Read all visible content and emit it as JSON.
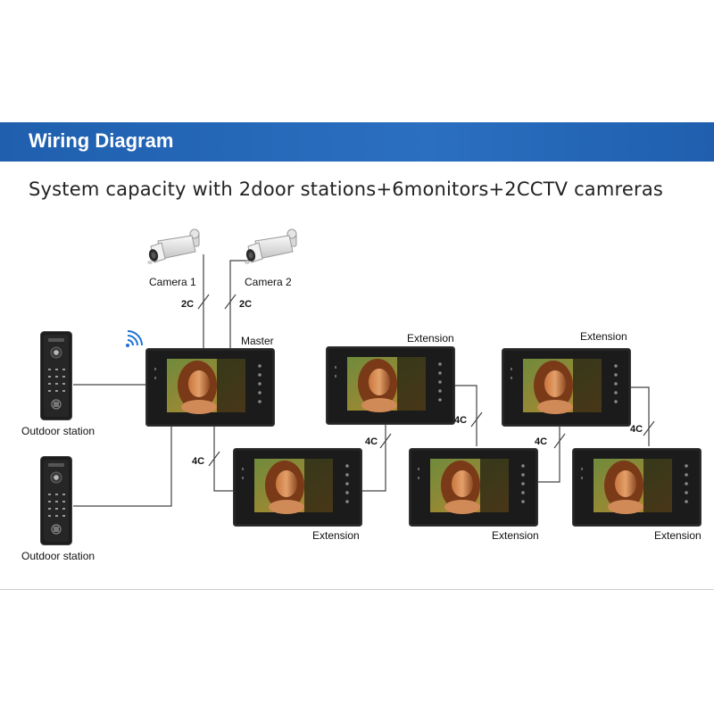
{
  "header": {
    "title": "Wiring Diagram",
    "subtitle": "System capacity with 2door stations+6monitors+2CCTV camreras"
  },
  "labels": {
    "camera1": "Camera 1",
    "camera2": "Camera 2",
    "master": "Master",
    "extension": "Extension",
    "outdoor_station": "Outdoor station"
  },
  "cables": {
    "two_core": "2C",
    "four_core": "4C"
  },
  "colors": {
    "banner": "#1f5fae",
    "wifi": "#1e73d8",
    "monitor_body": "#1b1b1b"
  },
  "icons": [
    "wifi-icon",
    "cctv-camera-icon",
    "monitor-icon",
    "door-station-icon"
  ]
}
